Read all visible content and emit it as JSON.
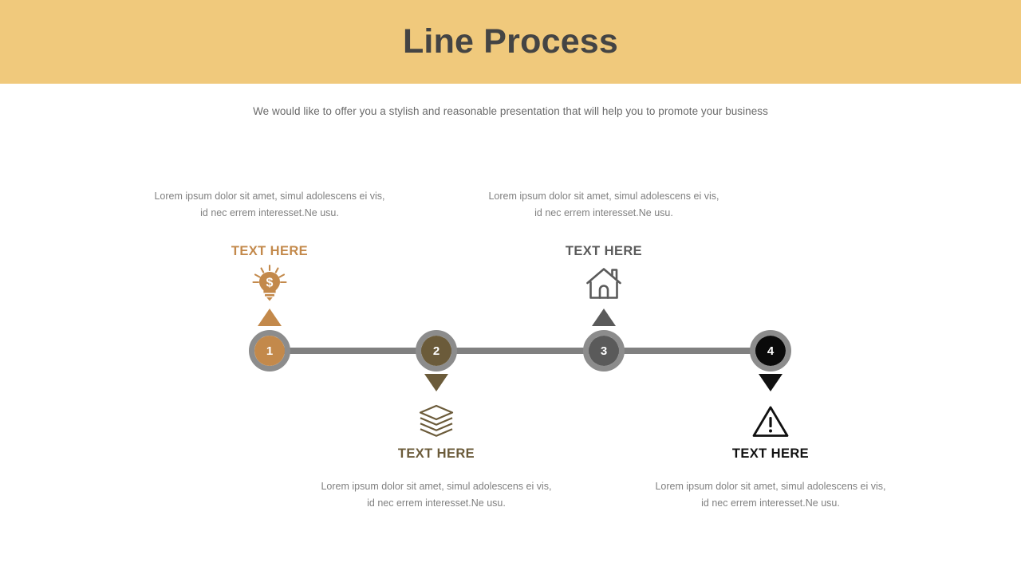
{
  "header": {
    "title": "Line Process",
    "band_color": "#f0c97c",
    "title_color": "#444444"
  },
  "subtitle": "We would like to offer you a stylish and reasonable presentation that will help you to promote your business",
  "diagram": {
    "type": "horizontal-line-process",
    "line_color": "#808080",
    "node_ring_color": "#8c8c8c",
    "steps": [
      {
        "number": "1",
        "heading": "TEXT HERE",
        "body_line1": "Lorem ipsum dolor sit amet, simul adolescens ei vis,",
        "body_line2": "id nec errem interesset.Ne usu.",
        "icon": "lightbulb-dollar-icon",
        "color": "#c3894b",
        "position": "above",
        "pointer": "triangle-up"
      },
      {
        "number": "2",
        "heading": "TEXT HERE",
        "body_line1": "Lorem ipsum dolor sit amet, simul adolescens ei vis,",
        "body_line2": "id nec errem interesset.Ne usu.",
        "icon": "stacked-layers-icon",
        "color": "#6b5b3a",
        "position": "below",
        "pointer": "triangle-down"
      },
      {
        "number": "3",
        "heading": "TEXT HERE",
        "body_line1": "Lorem ipsum dolor sit amet, simul adolescens ei vis,",
        "body_line2": "id nec errem interesset.Ne usu.",
        "icon": "house-icon",
        "color": "#5a5a5a",
        "position": "above",
        "pointer": "triangle-up"
      },
      {
        "number": "4",
        "heading": "TEXT HERE",
        "body_line1": "Lorem ipsum dolor sit amet, simul adolescens ei vis,",
        "body_line2": "id nec errem interesset.Ne usu.",
        "icon": "warning-triangle-icon",
        "color": "#111111",
        "position": "below",
        "pointer": "triangle-down"
      }
    ]
  }
}
